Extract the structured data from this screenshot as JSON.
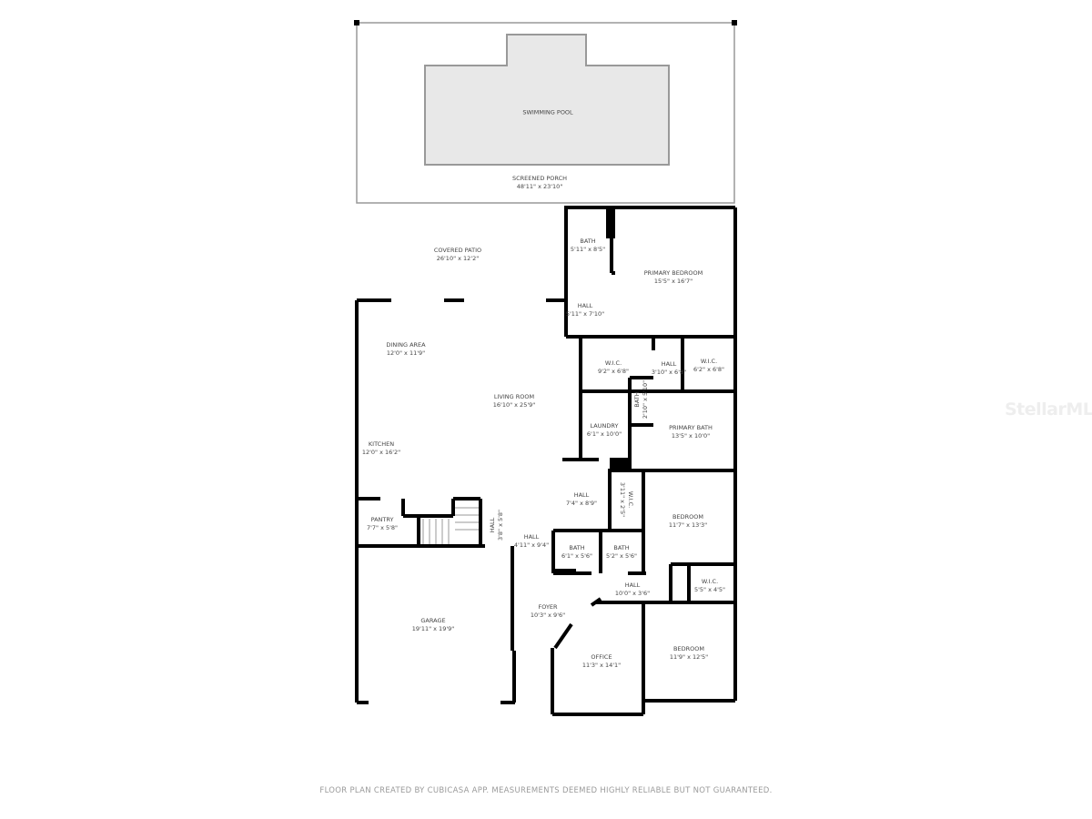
{
  "rooms": {
    "pool": {
      "name": "SWIMMING POOL"
    },
    "screened_porch": {
      "name": "SCREENED PORCH",
      "dims": "48'11\" x 23'10\""
    },
    "covered_patio": {
      "name": "COVERED PATIO",
      "dims": "26'10\" x 12'2\""
    },
    "bath_1": {
      "name": "BATH",
      "dims": "5'11\" x 8'5\""
    },
    "hall_1": {
      "name": "HALL",
      "dims": "5'11\" x 7'10\""
    },
    "primary_bedroom": {
      "name": "PRIMARY BEDROOM",
      "dims": "15'5\" x 16'7\""
    },
    "dining_area": {
      "name": "DINING AREA",
      "dims": "12'0\" x 11'9\""
    },
    "living_room": {
      "name": "LIVING ROOM",
      "dims": "16'10\" x 25'9\""
    },
    "kitchen": {
      "name": "KITCHEN",
      "dims": "12'0\" x 16'2\""
    },
    "wic_1": {
      "name": "W.I.C.",
      "dims": "9'2\" x 6'8\""
    },
    "hall_2": {
      "name": "HALL",
      "dims": "3'10\" x 6'8\""
    },
    "wic_2": {
      "name": "W.I.C.",
      "dims": "6'2\" x 6'8\""
    },
    "bath_2": {
      "name": "BATH",
      "dims": "2'10\" x 5'10\""
    },
    "laundry": {
      "name": "LAUNDRY",
      "dims": "6'1\" x 10'0\""
    },
    "primary_bath": {
      "name": "PRIMARY BATH",
      "dims": "13'5\" x 10'0\""
    },
    "hall_3": {
      "name": "HALL",
      "dims": "7'4\" x 8'9\""
    },
    "wic_3": {
      "name": "W.I.C.",
      "dims": "3'11\" x 2'5\""
    },
    "bedroom_1": {
      "name": "BEDROOM",
      "dims": "11'7\" x 13'3\""
    },
    "pantry": {
      "name": "PANTRY",
      "dims": "7'7\" x 5'8\""
    },
    "hall_4": {
      "name": "HALL",
      "dims": "3'8\" x 5'8\""
    },
    "hall_5": {
      "name": "HALL",
      "dims": "4'11\" x 9'4\""
    },
    "bath_3": {
      "name": "BATH",
      "dims": "6'1\" x 5'6\""
    },
    "bath_4": {
      "name": "BATH",
      "dims": "5'2\" x 5'6\""
    },
    "hall_6": {
      "name": "HALL",
      "dims": "10'0\" x 3'6\""
    },
    "wic_4": {
      "name": "W.I.C.",
      "dims": "5'5\" x 4'5\""
    },
    "garage": {
      "name": "GARAGE",
      "dims": "19'11\" x 19'9\""
    },
    "foyer": {
      "name": "FOYER",
      "dims": "10'3\" x 9'6\""
    },
    "office": {
      "name": "OFFICE",
      "dims": "11'3\" x 14'1\""
    },
    "bedroom_2": {
      "name": "BEDROOM",
      "dims": "11'9\" x 12'5\""
    }
  },
  "footer": "FLOOR PLAN CREATED BY CUBICASA APP. MEASUREMENTS DEEMED HIGHLY RELIABLE BUT NOT GUARANTEED.",
  "watermark": "StellarMLS",
  "colors": {
    "wall": "#000000",
    "pool_fill": "#e8e8e8",
    "text": "#444444"
  }
}
